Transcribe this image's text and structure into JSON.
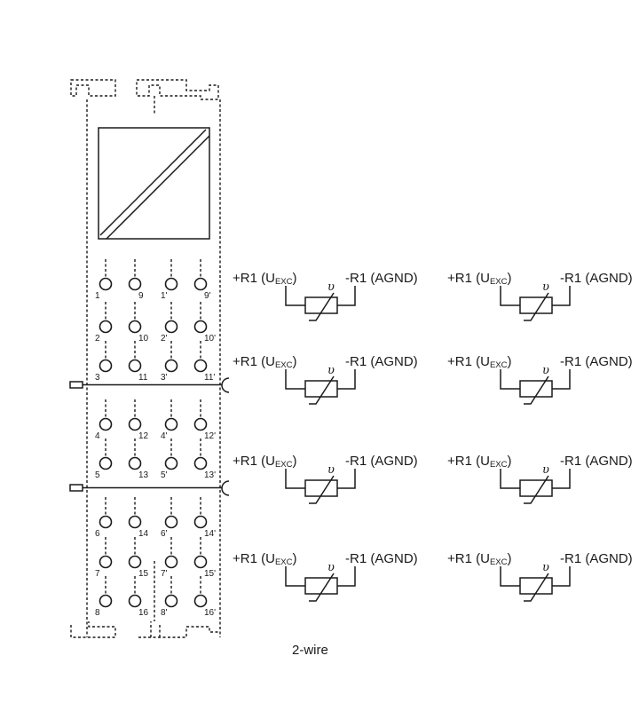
{
  "terminals": {
    "rows": [
      [
        "1",
        "9",
        "1'",
        "9'"
      ],
      [
        "2",
        "10",
        "2'",
        "10'"
      ],
      [
        "3",
        "11",
        "3'",
        "11'"
      ],
      [
        "4",
        "12",
        "4'",
        "12'"
      ],
      [
        "5",
        "13",
        "5'",
        "13'"
      ],
      [
        "6",
        "14",
        "6'",
        "14'"
      ],
      [
        "7",
        "15",
        "7'",
        "15'"
      ],
      [
        "8",
        "16",
        "8'",
        "16'"
      ]
    ]
  },
  "circuit": {
    "plus_label": "+R1 (U",
    "plus_sub": "EXC",
    "plus_close": ")",
    "minus_label": "-R1 (AGND)",
    "theta_symbol": "υ"
  },
  "caption": "2-wire"
}
